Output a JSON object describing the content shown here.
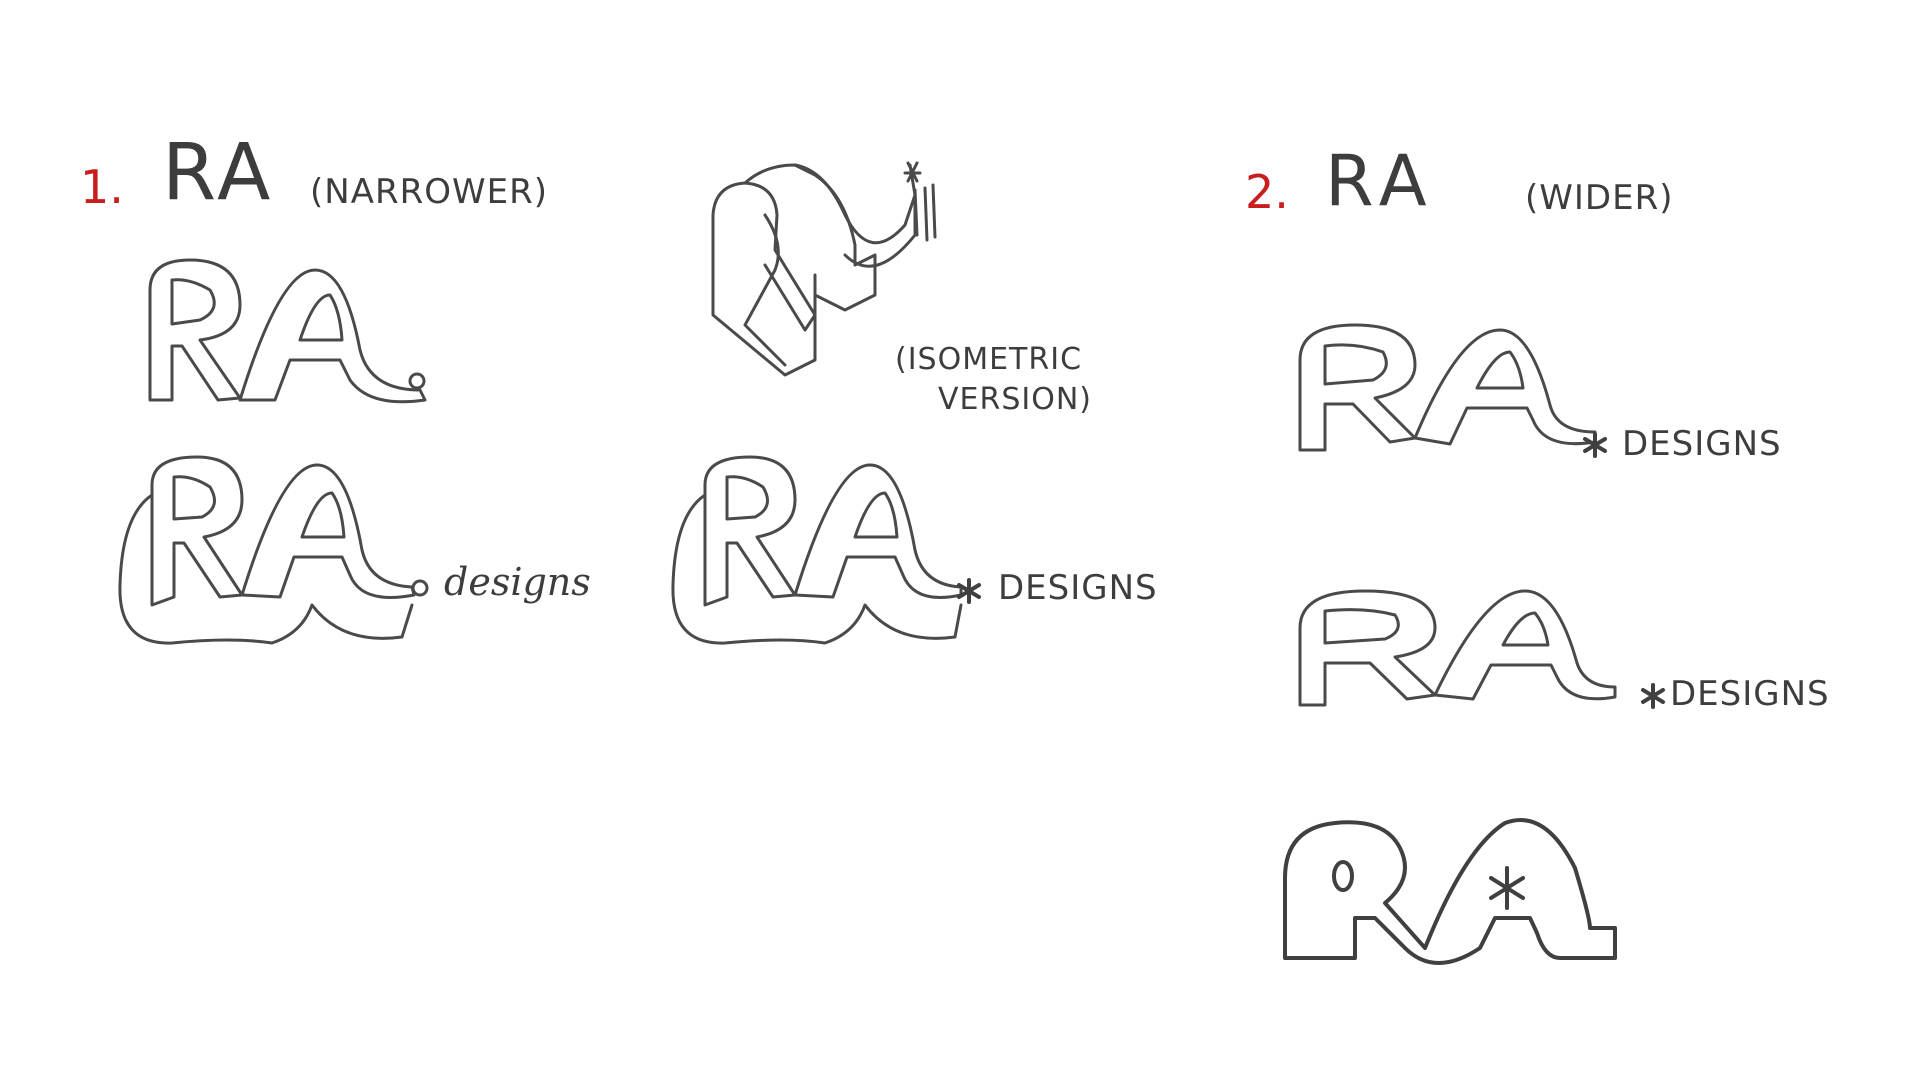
{
  "section1": {
    "number": "1.",
    "title": "RA",
    "note": "(NARROWER)",
    "isometric_note_line1": "(ISOMETRIC",
    "isometric_note_line2": "VERSION)",
    "designs_script": "designs",
    "designs_caps": "DESIGNS"
  },
  "section2": {
    "number": "2.",
    "title": "RA",
    "note": "(WIDER)",
    "designs_caps_a": "DESIGNS",
    "designs_caps_b": "DESIGNS"
  },
  "colors": {
    "number_red": "#c81e1e",
    "pencil_gray": "#4a4a4a",
    "background": "#ffffff"
  }
}
